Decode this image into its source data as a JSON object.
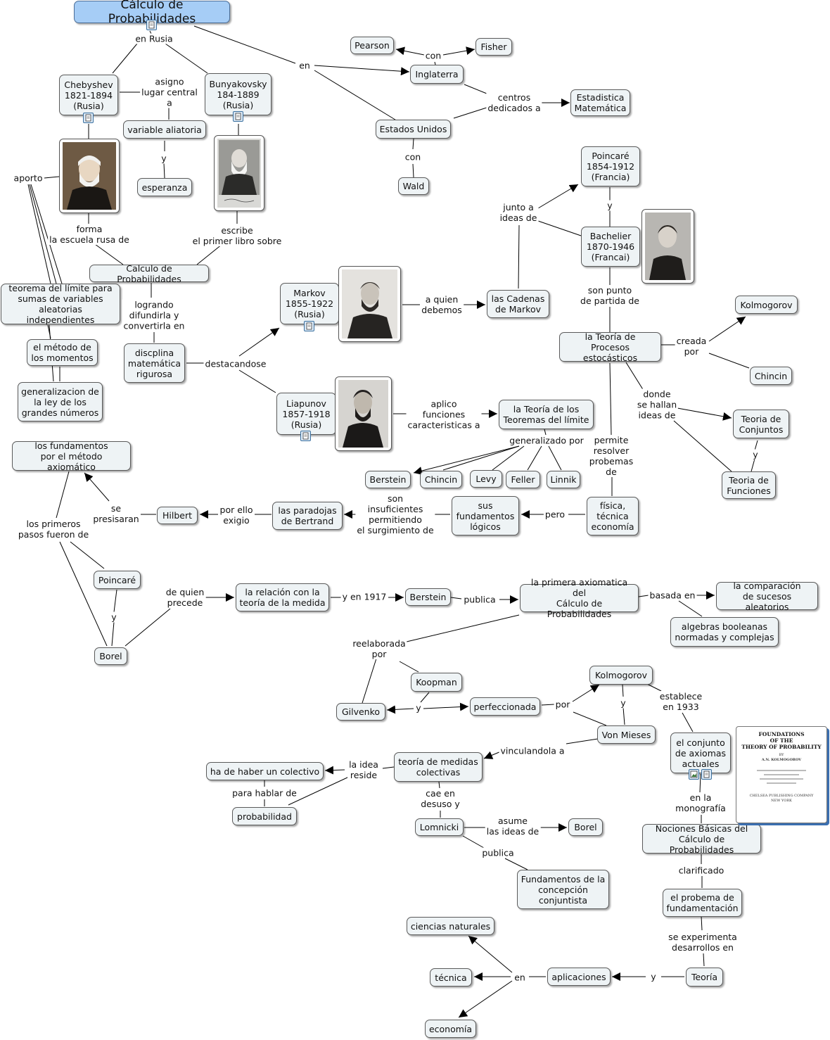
{
  "map": {
    "root": "Cálculo de Probabilidades",
    "nodes": {
      "pearson": "Pearson",
      "fisher": "Fisher",
      "inglaterra": "Inglaterra",
      "estadistica": "Estadistica\nMatemática",
      "eeuu": "Estados Unidos",
      "wald": "Wald",
      "chebyshev": "Chebyshev\n1821-1894\n(Rusia)",
      "bunyakovsky": "Bunyakovsky\n184-1889\n(Rusia)",
      "variable": "variable aliatoria",
      "esperanza": "esperanza",
      "poincare_top": "Poincaré\n1854-1912\n(Francia)",
      "bachelier": "Bachelier\n1870-1946\n(Francai)",
      "calculo2": "Calculo de Probabilidades",
      "teorema_limite": "teorema del límite para\nsumas de variables\naleatorias independientes",
      "metodo_momentos": "el método de\nlos momentos",
      "generalizacion": "generalizacion de\nla ley de los\ngrandes números",
      "markov": "Markov\n1855-1922\n(Rusia)",
      "cadenas": "las Cadenas\nde Markov",
      "kolmogorov_top": "Kolmogorov",
      "procesos": "la Teoría de\nProcesos estocásticos",
      "chincin_right": "Chincin",
      "disciplina": "discplina\nmatemática\nrigurosa",
      "liapunov": "Liapunov\n1857-1918\n(Rusia)",
      "teoremas_limite": "la Teoría de los\nTeoremas del límite",
      "conjuntos": "Teoria de\nConjuntos",
      "funciones": "Teoria de\nFunciones",
      "fundamentos_axiom": "los fundamentos\npor el método axiomático",
      "berstein1": "Berstein",
      "chincin": "Chincin",
      "levy": "Levy",
      "feller": "Feller",
      "linnik": "Linnik",
      "hilbert": "Hilbert",
      "paradojas": "las paradojas\nde Bertrand",
      "fund_logicos": "sus\nfundamentos\nlógicos",
      "fisica": "física,\ntécnica\neconomía",
      "poincare2": "Poincaré",
      "borel1": "Borel",
      "relacion": "la relación con la\nteoría de la medida",
      "berstein2": "Berstein",
      "primera_axiom": "la primera axiomatica del\nCálculo de Probabilidades",
      "comparacion": "la comparación\nde sucesos aleatorios",
      "algebras": "algebras booleanas\nnormadas y complejas",
      "koopman": "Koopman",
      "gilvenko": "Gilvenko",
      "perfeccionada": "perfeccionada",
      "kolmogorov2": "Kolmogorov",
      "vonmieses": "Von Mieses",
      "conjunto_axiomas": "el conjunto\nde axiomas\nactuales",
      "colectivo": "ha de haber un colectivo",
      "medidas_col": "teoría de medidas\ncolectivas",
      "probabilidad": "probabilidad",
      "lomnicki": "Lomnicki",
      "borel2": "Borel",
      "nociones": "Nociones Básicas del\nCálculo de Probabilidades",
      "fund_conjuntista": "Fundamentos de la\nconcepción\nconjuntista",
      "probema": "el probema de\nfundamentación",
      "ciencias": "ciencias naturales",
      "tecnica": "técnica",
      "aplicaciones": "aplicaciones",
      "teoria": "Teoría",
      "economia": "economía"
    },
    "labels": {
      "en_rusia": "en Rusia",
      "en": "en",
      "con1": "con",
      "centros": "centros\ndedicados a",
      "con2": "con",
      "asigno": "asigno\nlugar central\na",
      "y1": "y",
      "aporto": "aporto",
      "forma": "forma\nla escuela rusa de",
      "escribe": "escribe\nel primer libro sobre",
      "junto": "junto a\nideas de",
      "y2": "y",
      "son_punto": "son punto\nde partida de",
      "logrando": "logrando\ndifundirla y\nconvertirla en",
      "a_quien": "a quien\ndebemos",
      "creada": "creada\npor",
      "destacandose": "destacandose",
      "donde": "donde\nse hallan\nideas de",
      "aplico": "aplico\nfunciones\ncaracteristicas a",
      "y3": "y",
      "generalizado": "generalizado por",
      "permite": "permite\nresolver\nprobemas\nde",
      "se_presisaran": "se\npresisaran",
      "por_ello": "por ello\nexigio",
      "son_insuf": "son\ninsuficientes\npermitiendo\nel surgimiento de",
      "pero": "pero",
      "primeros": "los primeros\npasos fueron de",
      "de_quien": "de quien\nprecede",
      "y_1917": "y en 1917",
      "publica1": "publica",
      "basada": "basada en",
      "y4": "y",
      "reelaborada": "reelaborada\npor",
      "y5": "y",
      "por": "por",
      "y6": "y",
      "establece": "establece\nen 1933",
      "vinculandola": "vinculandola a",
      "la_idea": "la  idea\nreside",
      "para_hablar": "para hablar de",
      "cae": "cae en\ndesuso y",
      "asume": "asume\nlas ideas de",
      "en_la_mono": "en la\nmonografía",
      "publica2": "publica",
      "clarificado": "clarificado",
      "se_experimenta": "se experimenta\ndesarrollos en",
      "y7": "y",
      "en2": "en"
    },
    "book": {
      "title": "FOUNDATIONS\nOF THE\nTHEORY OF PROBABILITY",
      "by": "BY",
      "author": "A.N. KOLMOGOROV",
      "publisher": "CHELSEA PUBLISHING COMPANY\nNEW YORK"
    },
    "colors": {
      "node_bg": "#eef3f5",
      "root_bg": "#a6cdf6",
      "icon": "#3a6f9e",
      "book_shadow": "#3b6fb0"
    }
  }
}
